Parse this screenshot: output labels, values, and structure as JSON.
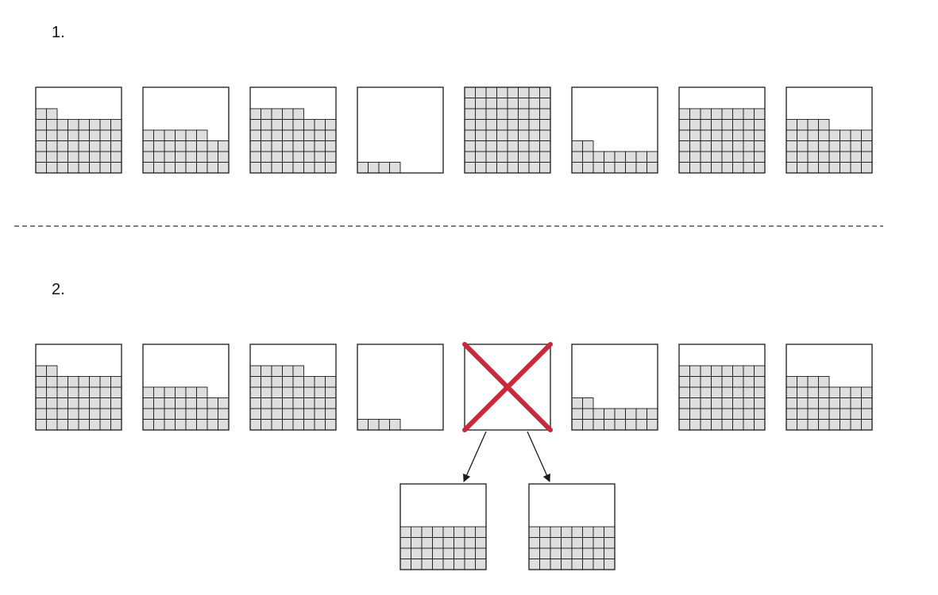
{
  "labels": {
    "step1": "1.",
    "step2": "2."
  },
  "grid": {
    "columns": 8,
    "rows": 8
  },
  "colors": {
    "cell_fill": "#dedede",
    "line": "#1a1a1a",
    "cross": "#c8283c",
    "separator": "#333333"
  },
  "step1": {
    "containers": [
      [
        6,
        6,
        5,
        5,
        5,
        5,
        5,
        5
      ],
      [
        4,
        4,
        4,
        4,
        4,
        4,
        3,
        3
      ],
      [
        6,
        6,
        6,
        6,
        6,
        5,
        5,
        5
      ],
      [
        1,
        1,
        1,
        1,
        0,
        0,
        0,
        0
      ],
      [
        8,
        8,
        8,
        8,
        8,
        8,
        8,
        8
      ],
      [
        3,
        3,
        2,
        2,
        2,
        2,
        2,
        2
      ],
      [
        6,
        6,
        6,
        6,
        6,
        6,
        6,
        6
      ],
      [
        5,
        5,
        5,
        5,
        4,
        4,
        4,
        4
      ]
    ]
  },
  "step2": {
    "containers": [
      [
        6,
        6,
        5,
        5,
        5,
        5,
        5,
        5
      ],
      [
        4,
        4,
        4,
        4,
        4,
        4,
        3,
        3
      ],
      [
        6,
        6,
        6,
        6,
        6,
        5,
        5,
        5
      ],
      [
        1,
        1,
        1,
        1,
        0,
        0,
        0,
        0
      ],
      [
        0,
        0,
        0,
        0,
        0,
        0,
        0,
        0
      ],
      [
        3,
        3,
        2,
        2,
        2,
        2,
        2,
        2
      ],
      [
        6,
        6,
        6,
        6,
        6,
        6,
        6,
        6
      ],
      [
        5,
        5,
        5,
        5,
        4,
        4,
        4,
        4
      ]
    ],
    "removed_index": 4,
    "split_results": [
      [
        4,
        4,
        4,
        4,
        4,
        4,
        4,
        4
      ],
      [
        4,
        4,
        4,
        4,
        4,
        4,
        4,
        4
      ]
    ]
  }
}
